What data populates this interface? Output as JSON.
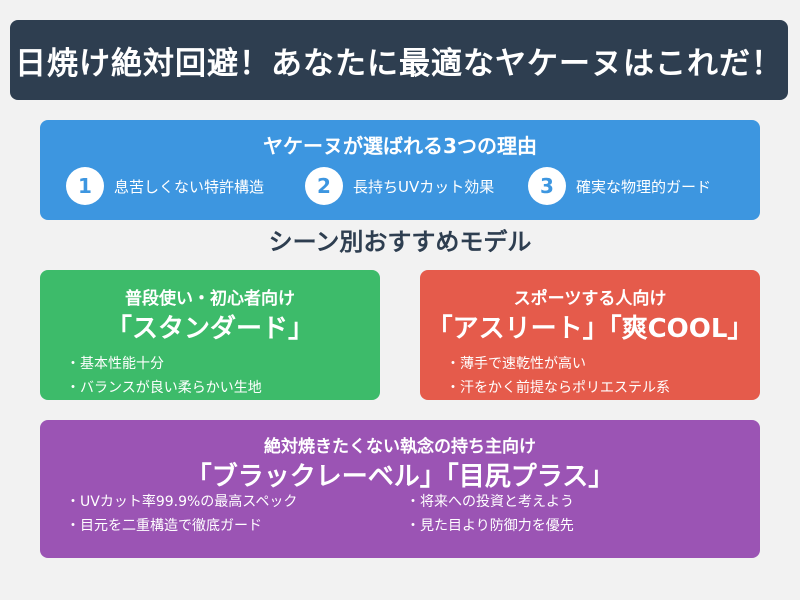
{
  "title": "日焼け絶対回避！あなたに最適なヤケーヌはこれだ！",
  "reasons": {
    "heading": "ヤケーヌが選ばれる3つの理由",
    "items": [
      {
        "num": "1",
        "text": "息苦しくない特許構造"
      },
      {
        "num": "2",
        "text": "長持ちUVカット効果"
      },
      {
        "num": "3",
        "text": "確実な物理的ガード"
      }
    ]
  },
  "scene_heading": "シーン別おすすめモデル",
  "cards": {
    "standard": {
      "audience": "普段使い・初心者向け",
      "model": "「スタンダード」",
      "features": [
        "基本性能十分",
        "バランスが良い柔らかい生地"
      ],
      "color": "#3dbb6a"
    },
    "athlete": {
      "audience": "スポーツする人向け",
      "model": "「アスリート」「爽COOL」",
      "features": [
        "薄手で速乾性が高い",
        "汗をかく前提ならポリエステル系"
      ],
      "color": "#e55b4b"
    },
    "black": {
      "audience": "絶対焼きたくない執念の持ち主向け",
      "model": "「ブラックレーベル」「目尻プラス」",
      "features_left": [
        "UVカット率99.9%の最高スペック",
        "目元を二重構造で徹底ガード"
      ],
      "features_right": [
        "将来への投資と考えよう",
        "見た目より防御力を優先"
      ],
      "color": "#9b54b4"
    }
  }
}
